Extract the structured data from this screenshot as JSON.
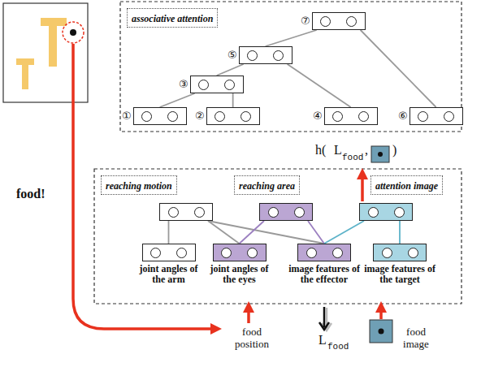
{
  "diagram": {
    "nodes": [
      {
        "text": [
          "associative attention"
        ]
      },
      {
        "text": [
          "①"
        ]
      },
      {
        "text": [
          "②"
        ]
      },
      {
        "text": [
          "③"
        ]
      },
      {
        "text": [
          "④"
        ]
      },
      {
        "text": [
          "⑤"
        ]
      },
      {
        "text": [
          "⑥"
        ]
      },
      {
        "text": [
          "⑦"
        ]
      },
      {
        "text": [
          "reaching motion"
        ]
      },
      {
        "text": [
          "reaching area"
        ]
      },
      {
        "text": [
          "attention image"
        ]
      },
      {
        "text": []
      },
      {
        "text": []
      },
      {
        "text": []
      },
      {
        "text": [
          "joint angles of the arm"
        ]
      },
      {
        "text": [
          "joint angles of the eyes"
        ]
      },
      {
        "text": [
          "image features of the effector"
        ]
      },
      {
        "text": [
          "image features of the target"
        ]
      }
    ],
    "edges": [
      {
        "from": 3,
        "to": 1,
        "arrow": "none"
      },
      {
        "from": 3,
        "to": 2,
        "arrow": "none"
      },
      {
        "from": 5,
        "to": 3,
        "arrow": "none"
      },
      {
        "from": 5,
        "to": 4,
        "arrow": "none"
      },
      {
        "from": 7,
        "to": 5,
        "arrow": "none"
      },
      {
        "from": 7,
        "to": 6,
        "arrow": "none"
      },
      {
        "from": 11,
        "to": 14,
        "arrow": "none"
      },
      {
        "from": 11,
        "to": 15,
        "arrow": "none"
      },
      {
        "from": 11,
        "to": 16,
        "arrow": "none"
      },
      {
        "from": 12,
        "to": 15,
        "arrow": "none"
      },
      {
        "from": 12,
        "to": 16,
        "arrow": "none"
      },
      {
        "from": 13,
        "to": 16,
        "arrow": "none"
      },
      {
        "from": 13,
        "to": 17,
        "arrow": "none"
      }
    ],
    "labels": [
      "h(",
      "L",
      "food",
      ",",
      ")",
      "food!",
      "food position",
      "L",
      "food",
      "food image"
    ]
  }
}
